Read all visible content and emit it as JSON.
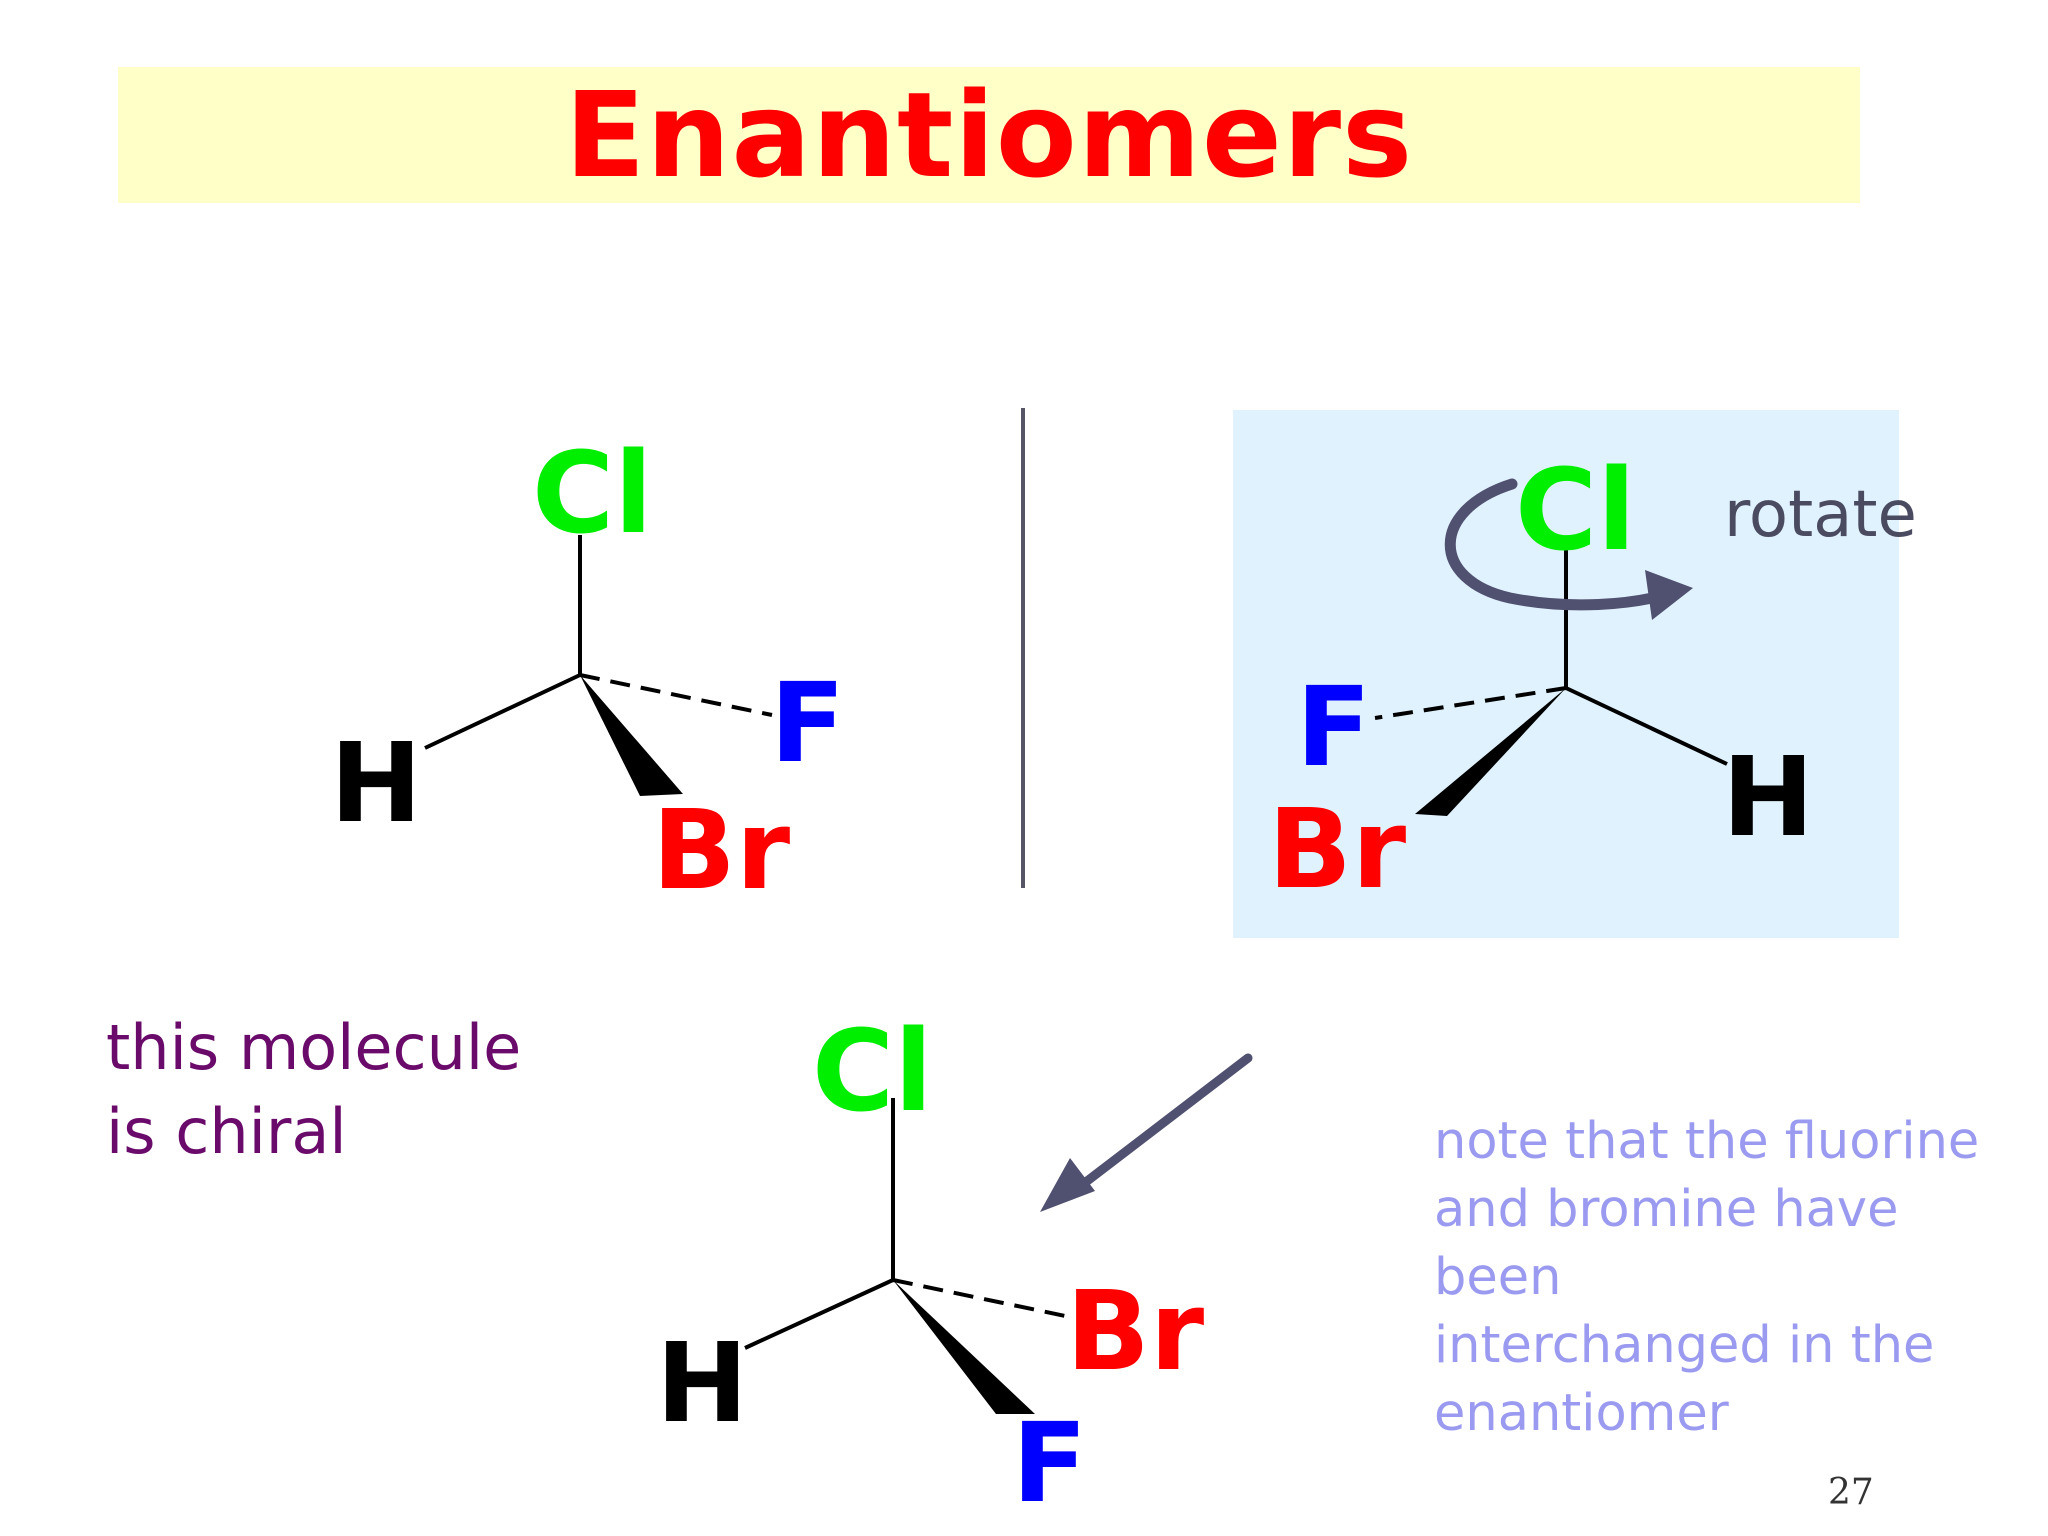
{
  "slide": {
    "title": "Enantiomers",
    "page_number": "27"
  },
  "molecules": {
    "original": {
      "top": "Cl",
      "left": "H",
      "dashed": "F",
      "wedge": "Br"
    },
    "mirror_image": {
      "top": "Cl",
      "right": "H",
      "dashed": "F",
      "wedge": "Br"
    },
    "rotated": {
      "top": "Cl",
      "left": "H",
      "dashed": "Br",
      "wedge": "F"
    }
  },
  "annotations": {
    "rotate_label": "rotate",
    "chiral_note": [
      "this molecule",
      "is chiral"
    ],
    "swap_note": [
      "note that the fluorine",
      "and bromine have been",
      "interchanged in the",
      "enantiomer"
    ]
  },
  "colors": {
    "title": "#ff0000",
    "title_band": "#ffffc8",
    "chlorine": "#00ee00",
    "fluorine": "#0000ff",
    "bromine": "#ff0000",
    "hydrogen": "#000000",
    "mirror_line": "#555566",
    "arrow": "#505070",
    "mirror_panel": "#e0f2fd",
    "chiral_note": "#6a0a6a",
    "swap_note": "#9a9af0"
  },
  "icons": {
    "rotation_arrow": "curved-rotate-arrow-icon",
    "transform_arrow": "diagonal-arrow-icon"
  }
}
